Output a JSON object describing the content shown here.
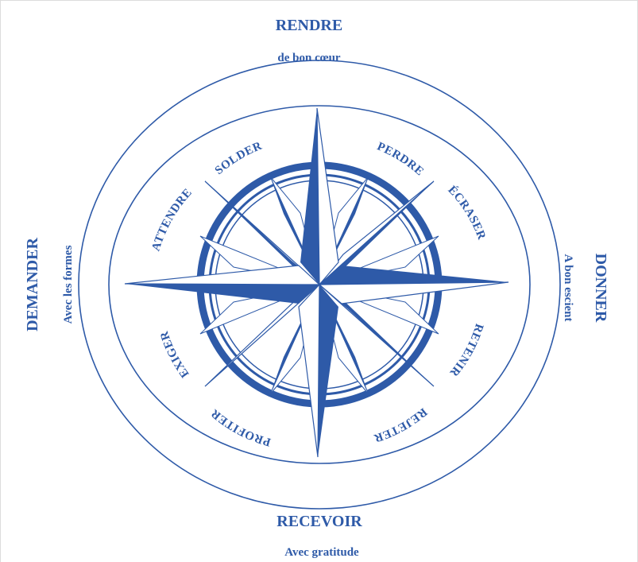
{
  "colors": {
    "primary": "#2e5aa8",
    "light": "#ffffff",
    "frame": "#dcdcdc"
  },
  "cardinals": {
    "top": {
      "title": "RENDRE",
      "subtitle": "de bon cœur"
    },
    "right": {
      "title": "DONNER",
      "subtitle": "A bon escient"
    },
    "bottom": {
      "title": "RECEVOIR",
      "subtitle": "Avec gratitude"
    },
    "left": {
      "title": "DEMANDER",
      "subtitle": "Avec les formes"
    }
  },
  "ring_words": {
    "solder": "SOLDER",
    "perdre": "PERDRE",
    "ecraser": "ÉCRASER",
    "retenir": "RETENIR",
    "rejeter": "REJETER",
    "profiter": "PROFITER",
    "exiger": "EXIGER",
    "attendre": "ATTENDRE"
  }
}
